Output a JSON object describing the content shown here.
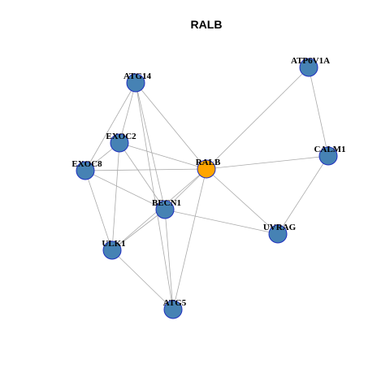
{
  "title": "RALB",
  "colors": {
    "node_default": "#4682b4",
    "node_highlight": "#ffa500",
    "node_border": "#1f2fbf",
    "edge": "#aaaaaa"
  },
  "nodes": [
    {
      "id": "RALB",
      "label": "RALB",
      "highlight": true
    },
    {
      "id": "ATP6V1A",
      "label": "ATP6V1A",
      "highlight": false
    },
    {
      "id": "ATG14",
      "label": "ATG14",
      "highlight": false
    },
    {
      "id": "EXOC2",
      "label": "EXOC2",
      "highlight": false
    },
    {
      "id": "EXOC8",
      "label": "EXOC8",
      "highlight": false
    },
    {
      "id": "CALM1",
      "label": "CALM1",
      "highlight": false
    },
    {
      "id": "BECN1",
      "label": "BECN1",
      "highlight": false
    },
    {
      "id": "UVRAG",
      "label": "UVRAG",
      "highlight": false
    },
    {
      "id": "ULK1",
      "label": "ULK1",
      "highlight": false
    },
    {
      "id": "ATG5",
      "label": "ATG5",
      "highlight": false
    }
  ],
  "edges": [
    [
      "RALB",
      "ATP6V1A"
    ],
    [
      "RALB",
      "ATG14"
    ],
    [
      "RALB",
      "EXOC2"
    ],
    [
      "RALB",
      "EXOC8"
    ],
    [
      "RALB",
      "CALM1"
    ],
    [
      "RALB",
      "BECN1"
    ],
    [
      "RALB",
      "UVRAG"
    ],
    [
      "RALB",
      "ULK1"
    ],
    [
      "RALB",
      "ATG5"
    ],
    [
      "ATP6V1A",
      "CALM1"
    ],
    [
      "CALM1",
      "UVRAG"
    ],
    [
      "ATG14",
      "EXOC2"
    ],
    [
      "ATG14",
      "EXOC8"
    ],
    [
      "ATG14",
      "BECN1"
    ],
    [
      "ATG14",
      "ATG5"
    ],
    [
      "EXOC2",
      "EXOC8"
    ],
    [
      "EXOC2",
      "BECN1"
    ],
    [
      "EXOC2",
      "ULK1"
    ],
    [
      "EXOC8",
      "BECN1"
    ],
    [
      "EXOC8",
      "ULK1"
    ],
    [
      "BECN1",
      "UVRAG"
    ],
    [
      "BECN1",
      "ULK1"
    ],
    [
      "BECN1",
      "ATG5"
    ],
    [
      "ULK1",
      "ATG5"
    ]
  ]
}
